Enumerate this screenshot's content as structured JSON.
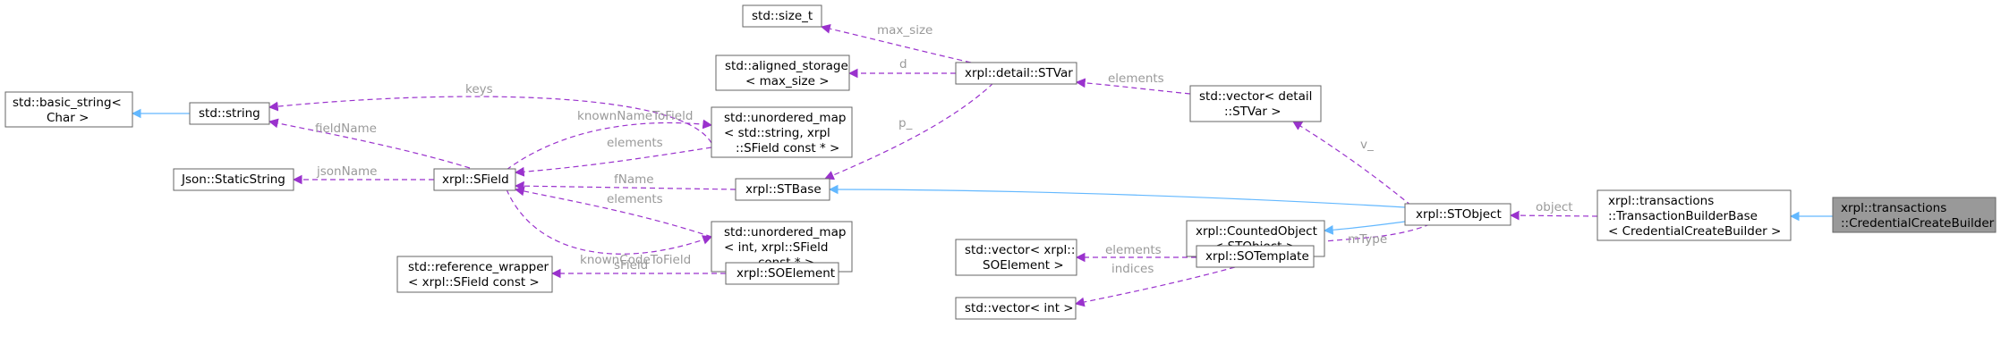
{
  "colors": {
    "member_edge": "#9a32cd",
    "inherit_edge": "#63b8ff",
    "highlight_fill": "#999999",
    "node_border": "#666666",
    "label_text": "#9a9a9a"
  },
  "nodes": {
    "basic_string": {
      "lines": [
        "std::basic_string<",
        "Char >"
      ]
    },
    "string": {
      "lines": [
        "std::string"
      ]
    },
    "static_string": {
      "lines": [
        "Json::StaticString"
      ]
    },
    "reference_wrapper": {
      "lines": [
        "std::reference_wrapper",
        "< xrpl::SField const >"
      ]
    },
    "sfield": {
      "lines": [
        "xrpl::SField"
      ]
    },
    "size_t": {
      "lines": [
        "std::size_t"
      ]
    },
    "aligned_storage": {
      "lines": [
        "std::aligned_storage",
        "< max_size >"
      ]
    },
    "umap_string": {
      "lines": [
        "std::unordered_map",
        "< std::string, xrpl",
        "::SField const * >"
      ]
    },
    "stbase": {
      "lines": [
        "xrpl::STBase"
      ]
    },
    "umap_int": {
      "lines": [
        "std::unordered_map",
        "< int, xrpl::SField",
        "const * >"
      ]
    },
    "soelement": {
      "lines": [
        "xrpl::SOElement"
      ]
    },
    "stvar": {
      "lines": [
        "xrpl::detail::STVar"
      ]
    },
    "vector_soelement": {
      "lines": [
        "std::vector< xrpl::",
        "SOElement >"
      ]
    },
    "vector_int": {
      "lines": [
        "std::vector< int >"
      ]
    },
    "vector_stvar": {
      "lines": [
        "std::vector< detail",
        "::STVar >"
      ]
    },
    "counted_object": {
      "lines": [
        "xrpl::CountedObject",
        "< STObject >"
      ]
    },
    "sotemplate": {
      "lines": [
        "xrpl::SOTemplate"
      ]
    },
    "stobject": {
      "lines": [
        "xrpl::STObject"
      ]
    },
    "builder_base": {
      "lines": [
        "xrpl::transactions",
        "::TransactionBuilderBase",
        "< CredentialCreateBuilder >"
      ]
    },
    "credential_builder": {
      "lines": [
        "xrpl::transactions",
        "::CredentialCreateBuilder"
      ]
    }
  },
  "edges": {
    "keys": "keys",
    "fieldName": "fieldName",
    "jsonName": "jsonName",
    "knownNameToField": "knownNameToField",
    "elements_umap_string": "elements",
    "fName": "fName",
    "elements_umap_int": "elements",
    "knownCodeToField": "knownCodeToField",
    "sField": "sField",
    "max_size": "max_size",
    "d": "d",
    "p": "p_",
    "elements_stvar": "elements",
    "v": "v_",
    "object": "object",
    "mType": "mType",
    "elements_soelement": "elements",
    "indices": "indices"
  }
}
